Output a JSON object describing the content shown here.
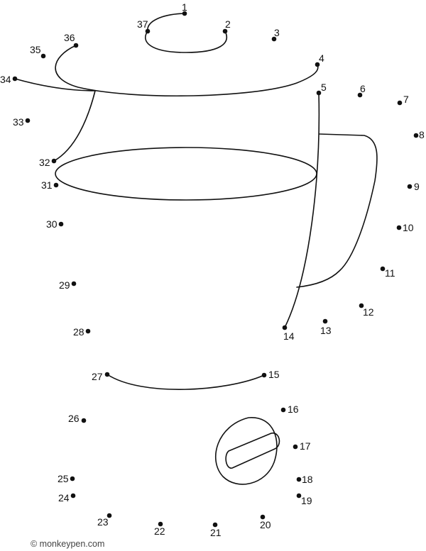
{
  "puzzle": {
    "dot_labels": [
      "1",
      "2",
      "3",
      "4",
      "5",
      "6",
      "7",
      "8",
      "9",
      "10",
      "11",
      "12",
      "13",
      "14",
      "15",
      "16",
      "17",
      "18",
      "19",
      "20",
      "21",
      "22",
      "23",
      "24",
      "25",
      "26",
      "27",
      "28",
      "29",
      "30",
      "31",
      "32",
      "33",
      "34",
      "35",
      "36",
      "37"
    ]
  },
  "footer": {
    "credit": "© monkeypen.com"
  }
}
